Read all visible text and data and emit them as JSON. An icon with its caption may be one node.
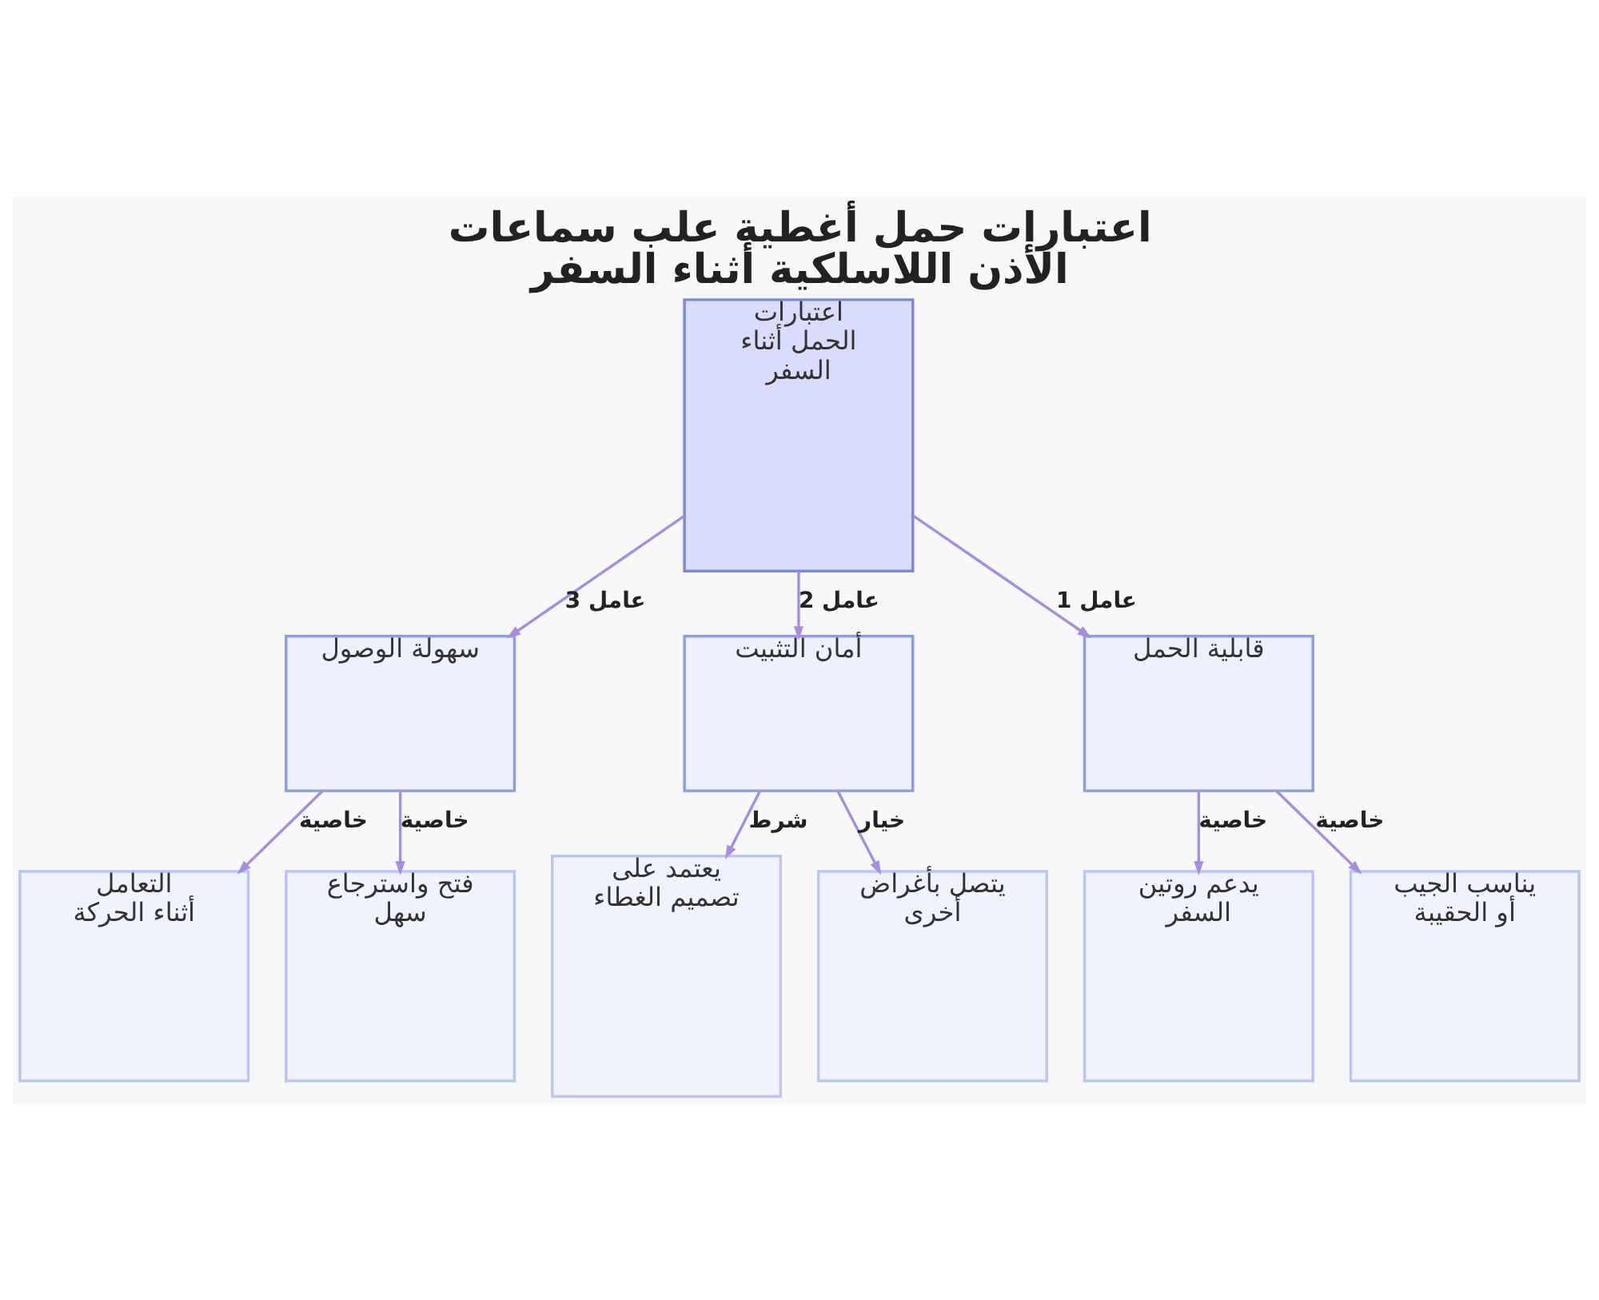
{
  "diagram": {
    "title": "اعتبارات حمل أغطية علب سماعات الأذن اللاسلكية أثناء السفر",
    "nodes": [
      {
        "text": [
          "اعتبارات الحمل أثناء السفر"
        ]
      },
      {
        "text": [
          "قابلية الحمل"
        ]
      },
      {
        "text": [
          "أمان التثبيت"
        ]
      },
      {
        "text": [
          "سهولة الوصول"
        ]
      },
      {
        "text": [
          "يناسب الجيب أو الحقيبة"
        ]
      },
      {
        "text": [
          "يدعم روتين السفر"
        ]
      },
      {
        "text": [
          "يتصل بأغراض أخرى"
        ]
      },
      {
        "text": [
          "يعتمد على تصميم الغطاء"
        ]
      },
      {
        "text": [
          "فتح واسترجاع سهل"
        ]
      },
      {
        "text": [
          "التعامل أثناء الحركة"
        ]
      }
    ],
    "edges": [
      {
        "from": 0,
        "to": 1,
        "arrow": "to",
        "label": "عامل 1"
      },
      {
        "from": 0,
        "to": 2,
        "arrow": "to",
        "label": "عامل 2"
      },
      {
        "from": 0,
        "to": 3,
        "arrow": "to",
        "label": "عامل 3"
      },
      {
        "from": 1,
        "to": 4,
        "arrow": "to",
        "label": "خاصية"
      },
      {
        "from": 1,
        "to": 5,
        "arrow": "to",
        "label": "خاصية"
      },
      {
        "from": 2,
        "to": 6,
        "arrow": "to",
        "label": "خيار"
      },
      {
        "from": 2,
        "to": 7,
        "arrow": "to",
        "label": "شرط"
      },
      {
        "from": 3,
        "to": 8,
        "arrow": "to",
        "label": "خاصية"
      },
      {
        "from": 3,
        "to": 9,
        "arrow": "to",
        "label": "خاصية"
      }
    ]
  }
}
